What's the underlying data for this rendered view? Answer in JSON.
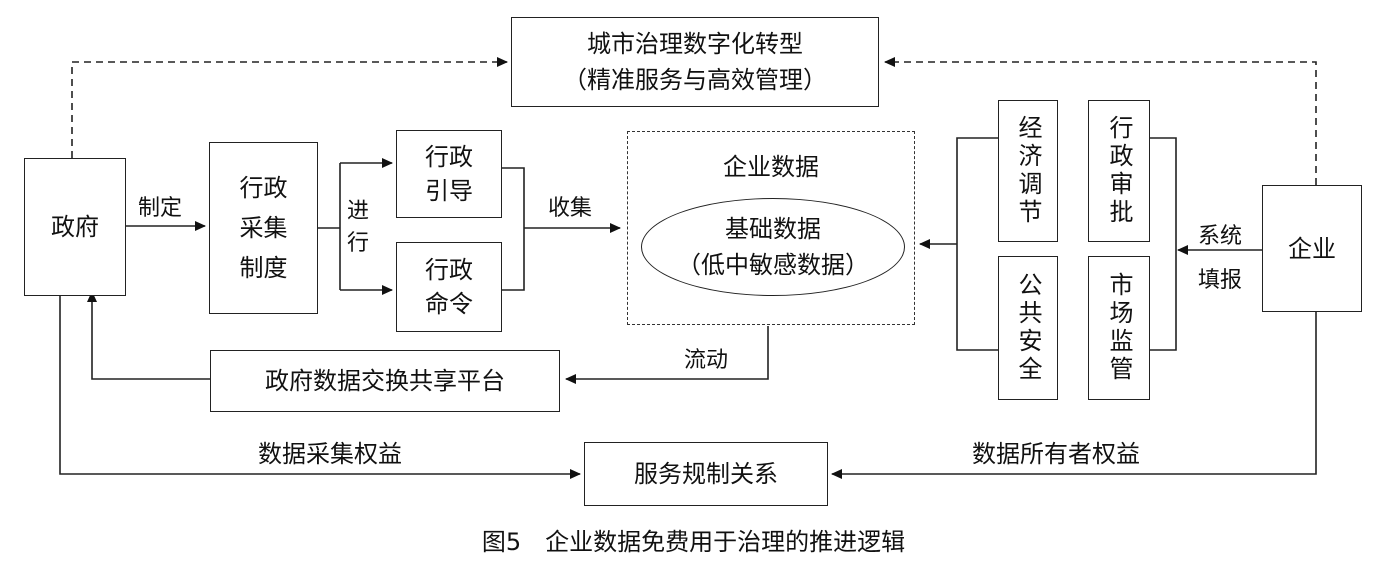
{
  "nodes": {
    "top_title_line1": "城市治理数字化转型",
    "top_title_line2": "（精准服务与高效管理）",
    "government": "政府",
    "admin_system": "行政\n采集\n制度",
    "admin_guidance": "行政\n引导",
    "admin_order": "行政\n命令",
    "enterprise_data_title": "企业数据",
    "base_data_line1": "基础数据",
    "base_data_line2": "（低中敏感数据）",
    "economic_regulation": "经济调节",
    "public_safety": "公共安全",
    "admin_approval": "行政审批",
    "market_supervision": "市场监管",
    "enterprise": "企业",
    "exchange_platform": "政府数据交换共享平台",
    "service_relation": "服务规制关系"
  },
  "edge_labels": {
    "formulate": "制定",
    "conduct": "进\n行",
    "collect": "收集",
    "flow": "流动",
    "system_report_1": "系统",
    "system_report_2": "填报",
    "collection_rights": "数据采集权益",
    "owner_rights": "数据所有者权益"
  },
  "caption": "图5　企业数据免费用于治理的推进逻辑"
}
